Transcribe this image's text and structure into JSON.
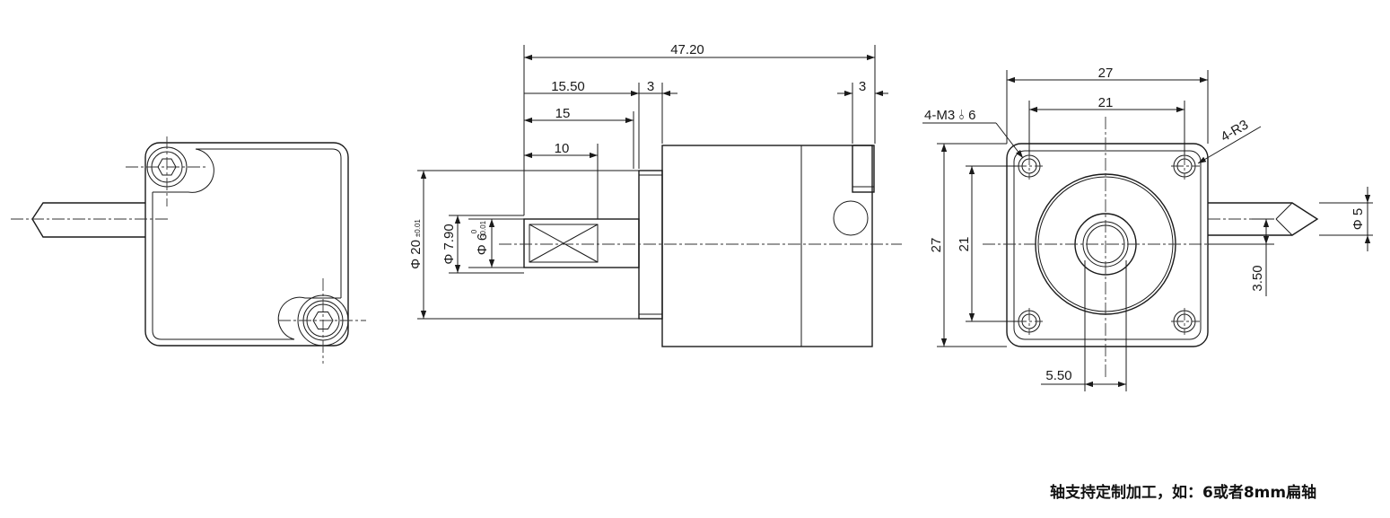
{
  "dimensions": {
    "total_length": "47.20",
    "shaft_length_outer": "15.50",
    "shoulder_length": "3",
    "rear_length": "3",
    "shaft_length": "15",
    "flat_length": "10",
    "boss_diameter": "20",
    "boss_tol": "±0.01",
    "shoulder_diameter": "7.90",
    "shaft_diameter": "6",
    "shaft_tol_upper": "0",
    "shaft_tol_lower": "-0.01",
    "flange_width": "27",
    "hole_pitch": "21",
    "flange_height": "27",
    "hole_pitch_v": "21",
    "hole_callout": "4-M3",
    "hole_depth": "6",
    "corner_radius": "4-R3",
    "rear_shaft_diameter": "5",
    "rear_shaft_offset": "3.50",
    "center_offset": "5.50",
    "diameter_symbol": "Φ"
  },
  "note": "轴支持定制加工，如：6或者8mm扁轴"
}
